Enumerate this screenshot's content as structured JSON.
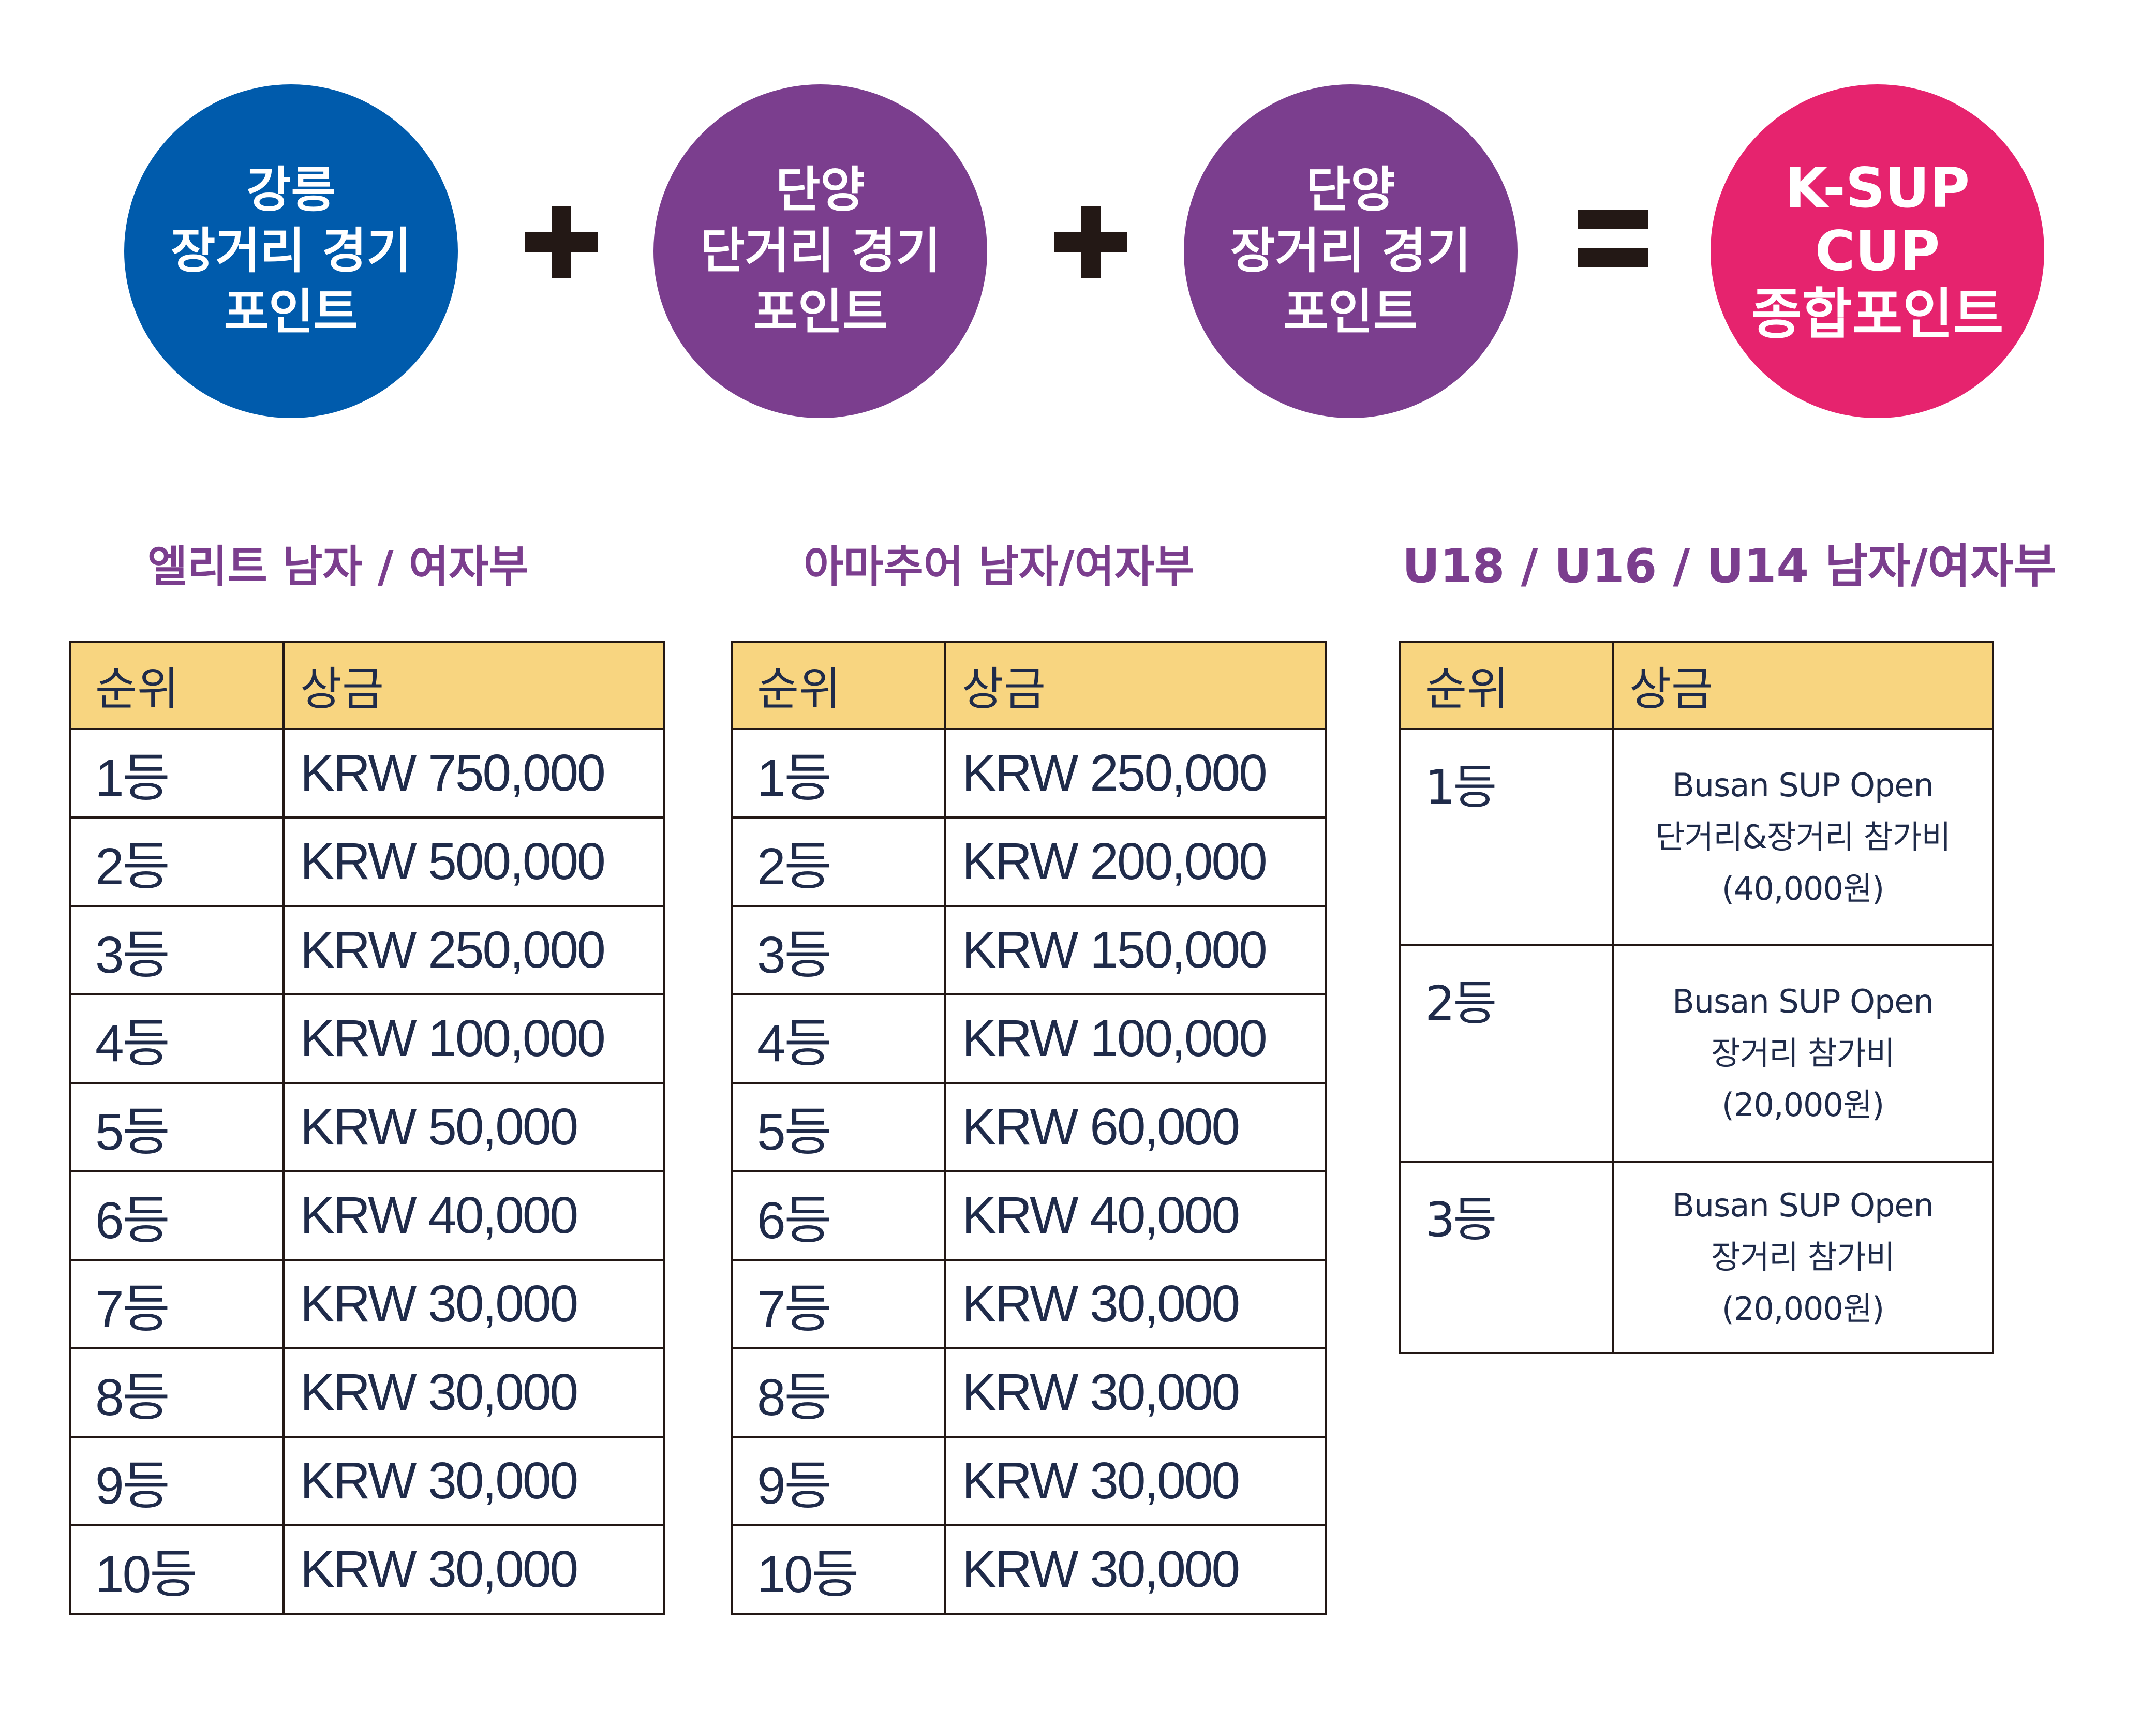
{
  "formula": {
    "terms": [
      {
        "lines": [
          "강릉",
          "장거리 경기",
          "포인트"
        ],
        "color": "#005bac"
      },
      {
        "lines": [
          "단양",
          "단거리 경기",
          "포인트"
        ],
        "color": "#7b3e8e"
      },
      {
        "lines": [
          "단양",
          "장거리 경기",
          "포인트"
        ],
        "color": "#7b3e8e"
      }
    ],
    "result": {
      "lines": [
        "K-SUP",
        "CUP",
        "종합포인트"
      ],
      "color": "#e6236e"
    },
    "operators": [
      "plus",
      "plus",
      "equals"
    ]
  },
  "sections": [
    {
      "title": "엘리트 남자 / 여자부",
      "headers": [
        "순위",
        "상금"
      ],
      "rows": [
        [
          "1등",
          "KRW 750,000"
        ],
        [
          "2등",
          "KRW 500,000"
        ],
        [
          "3등",
          "KRW 250,000"
        ],
        [
          "4등",
          "KRW 100,000"
        ],
        [
          "5등",
          "KRW 50,000"
        ],
        [
          "6등",
          "KRW 40,000"
        ],
        [
          "7등",
          "KRW 30,000"
        ],
        [
          "8등",
          "KRW 30,000"
        ],
        [
          "9등",
          "KRW 30,000"
        ],
        [
          "10등",
          "KRW 30,000"
        ]
      ]
    },
    {
      "title": "아마추어 남자/여자부",
      "headers": [
        "순위",
        "상금"
      ],
      "rows": [
        [
          "1등",
          "KRW 250,000"
        ],
        [
          "2등",
          "KRW 200,000"
        ],
        [
          "3등",
          "KRW 150,000"
        ],
        [
          "4등",
          "KRW 100,000"
        ],
        [
          "5등",
          "KRW 60,000"
        ],
        [
          "6등",
          "KRW 40,000"
        ],
        [
          "7등",
          "KRW 30,000"
        ],
        [
          "8등",
          "KRW 30,000"
        ],
        [
          "9등",
          "KRW 30,000"
        ],
        [
          "10등",
          "KRW 30,000"
        ]
      ]
    },
    {
      "title": "U18 / U16 / U14 남자/여자부",
      "headers": [
        "순위",
        "상금"
      ],
      "rows": [
        {
          "rank": "1등",
          "lines": [
            "Busan SUP Open",
            "단거리&장거리 참가비",
            "(40,000원)"
          ]
        },
        {
          "rank": "2등",
          "lines": [
            "Busan SUP Open",
            "장거리 참가비",
            "(20,000원)"
          ]
        },
        {
          "rank": "3등",
          "lines": [
            "Busan SUP Open",
            "장거리 참가비",
            "(20,000원)"
          ]
        }
      ]
    }
  ],
  "colors": {
    "header_fill": "#f8d580",
    "title_purple": "#7b3e8e",
    "table_text": "#1f2b4a",
    "border": "#231815"
  }
}
